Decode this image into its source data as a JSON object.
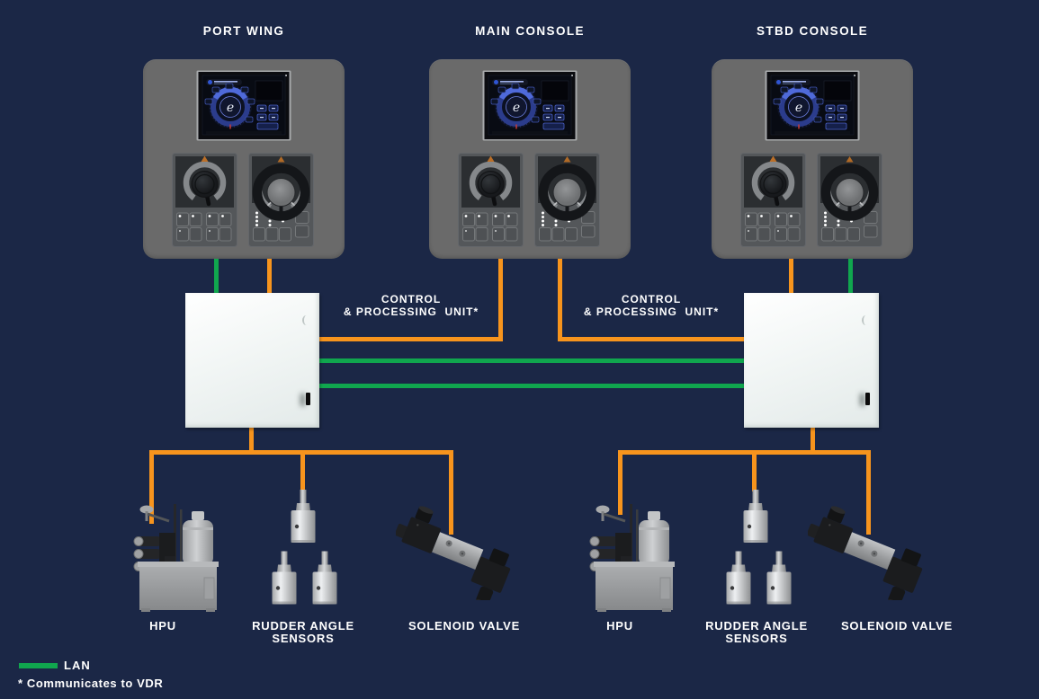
{
  "colors": {
    "background": "#1b2746",
    "orange": "#f7941d",
    "green": "#10a64e",
    "console_body": "#6a6a6a",
    "panel_body": "#54575a",
    "panel_plate": "#2b2e31",
    "cpu_box": "#f2f6f5",
    "text": "#ffffff"
  },
  "consoles": [
    {
      "title": "PORT WING"
    },
    {
      "title": "MAIN CONSOLE"
    },
    {
      "title": "STBD CONSOLE"
    }
  ],
  "screen": {
    "logo_letter": "e"
  },
  "cpu_units": [
    {
      "line1": "CONTROL",
      "line2": "& PROCESSING  UNIT*"
    },
    {
      "line1": "CONTROL",
      "line2": "& PROCESSING  UNIT*"
    }
  ],
  "equipment": {
    "left": {
      "hpu": "HPU",
      "sensors_line1": "RUDDER ANGLE",
      "sensors_line2": "SENSORS",
      "valve": "SOLENOID VALVE"
    },
    "right": {
      "hpu": "HPU",
      "sensors_line1": "RUDDER ANGLE",
      "sensors_line2": "SENSORS",
      "valve": "SOLENOID VALVE"
    }
  },
  "legend": {
    "lan": "LAN",
    "footnote": "* Communicates to VDR"
  }
}
